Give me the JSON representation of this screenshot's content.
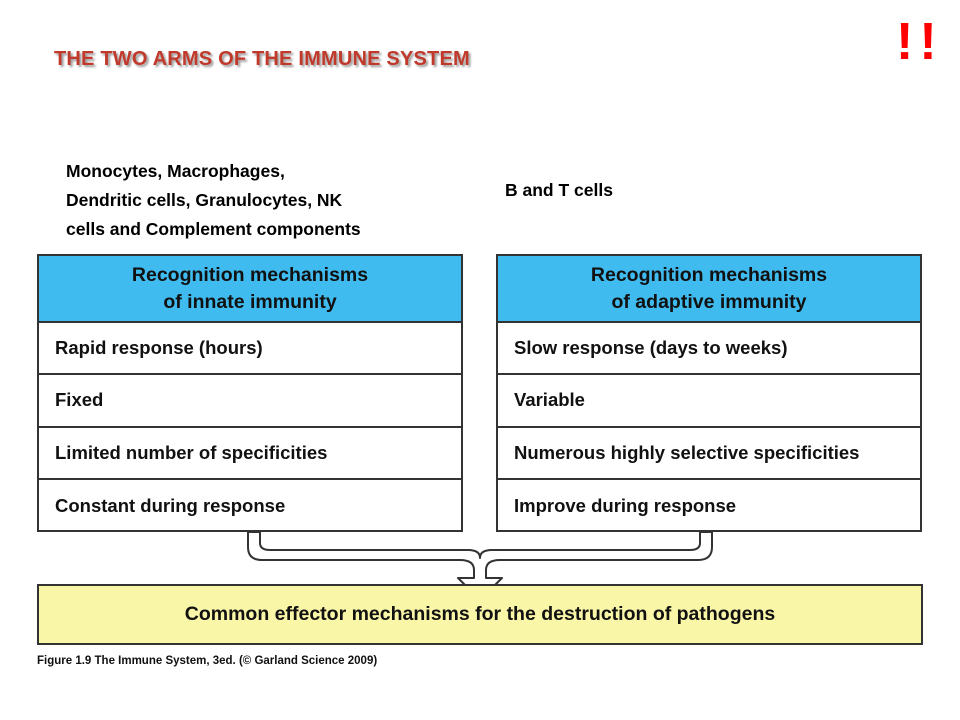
{
  "title": "THE TWO ARMS OF THE IMMUNE SYSTEM",
  "alert_mark": "!!",
  "innate_cells_note": "Monocytes, Macrophages,\nDendritic cells, Granulocytes, NK\ncells and Complement components",
  "adaptive_cells_note": "B and T cells",
  "innate_panel": {
    "header_line1": "Recognition mechanisms",
    "header_line2": "of innate immunity",
    "rows": [
      "Rapid response (hours)",
      "Fixed",
      "Limited number of specificities",
      "Constant during response"
    ]
  },
  "adaptive_panel": {
    "header_line1": "Recognition mechanisms",
    "header_line2": "of adaptive immunity",
    "rows": [
      "Slow response (days to weeks)",
      "Variable",
      "Numerous highly selective specificities",
      "Improve during response"
    ]
  },
  "effector_box": "Common effector mechanisms for the destruction of pathogens",
  "caption": "Figure 1.9 The Immune System, 3ed. (© Garland Science 2009)",
  "colors": {
    "header_fill": "#3fbbef",
    "effector_fill": "#faf6a8",
    "title_color": "#c0392b",
    "alert_color": "#ff0000"
  }
}
